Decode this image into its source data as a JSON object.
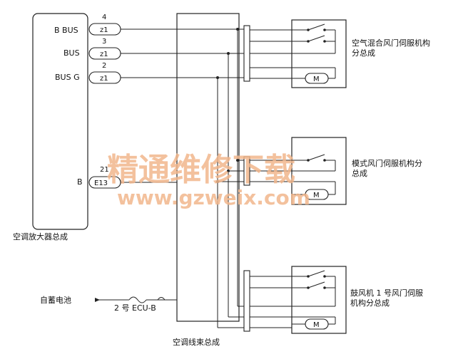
{
  "amplifier": {
    "name": "空调放大器总成",
    "terminals": [
      {
        "label": "B BUS",
        "pin": "4",
        "connector": "z1"
      },
      {
        "label": "BUS",
        "pin": "3",
        "connector": "z1"
      },
      {
        "label": "BUS G",
        "pin": "2",
        "connector": "z1"
      },
      {
        "label": "B",
        "pin": "21",
        "connector": "E13"
      }
    ]
  },
  "harness": {
    "name": "空调线束总成"
  },
  "servos": [
    {
      "name_line1": "空气混合风门伺服机构",
      "name_line2": "分总成"
    },
    {
      "name_line1": "模式风门伺服机构分",
      "name_line2": "总成"
    },
    {
      "name_line1": "鼓风机 1 号风门伺服",
      "name_line2": "机构分总成"
    }
  ],
  "power": {
    "battery": "自蓄电池",
    "fuse": "2 号 ECU-B"
  },
  "motor_symbol": "M",
  "watermark": {
    "line1": "精通维修下载",
    "line2": "www.gzweix.com"
  }
}
